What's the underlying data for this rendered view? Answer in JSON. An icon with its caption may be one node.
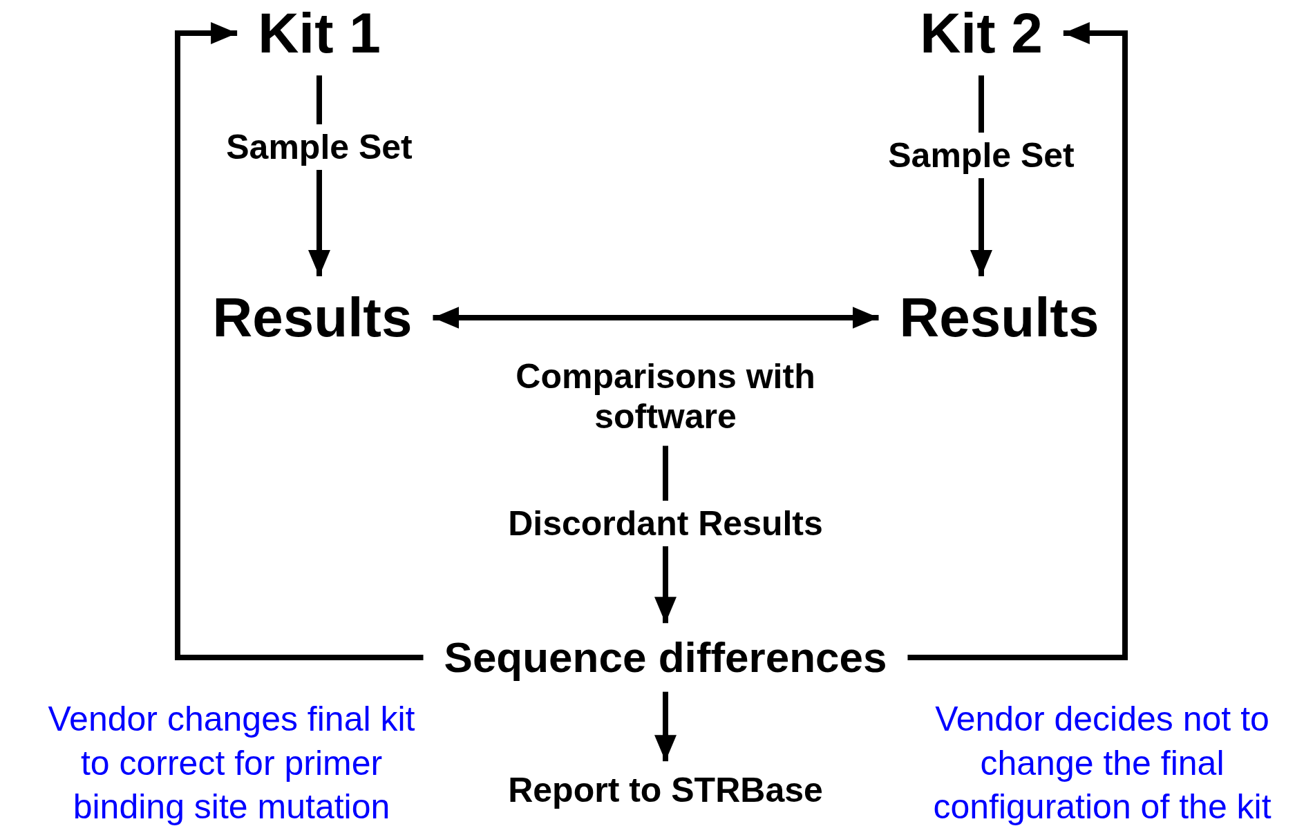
{
  "diagram": {
    "nodes": [
      {
        "text": [
          "Kit 1"
        ]
      },
      {
        "text": [
          "Kit 2"
        ]
      },
      {
        "text": [
          "Results"
        ]
      },
      {
        "text": [
          "Results"
        ]
      },
      {
        "text": [
          "Comparisons with software"
        ]
      },
      {
        "text": [
          "Sequence differences"
        ]
      },
      {
        "text": [
          "Report to STRBase"
        ]
      }
    ],
    "edges": [
      {
        "from": 0,
        "to": 2,
        "arrow": "to",
        "label": "Sample Set"
      },
      {
        "from": 1,
        "to": 3,
        "arrow": "to",
        "label": "Sample Set"
      },
      {
        "from": 2,
        "to": 3,
        "arrow": "both"
      },
      {
        "from": 4,
        "to": 5,
        "arrow": "to",
        "label": "Discordant Results"
      },
      {
        "from": 5,
        "to": 6,
        "arrow": "to"
      },
      {
        "from": 5,
        "to": 0,
        "arrow": "to"
      },
      {
        "from": 5,
        "to": 1,
        "arrow": "to"
      }
    ],
    "labels": [
      "Vendor changes final kit to correct for primer binding site mutation",
      "Vendor decides not to change the final configuration of the kit"
    ]
  }
}
